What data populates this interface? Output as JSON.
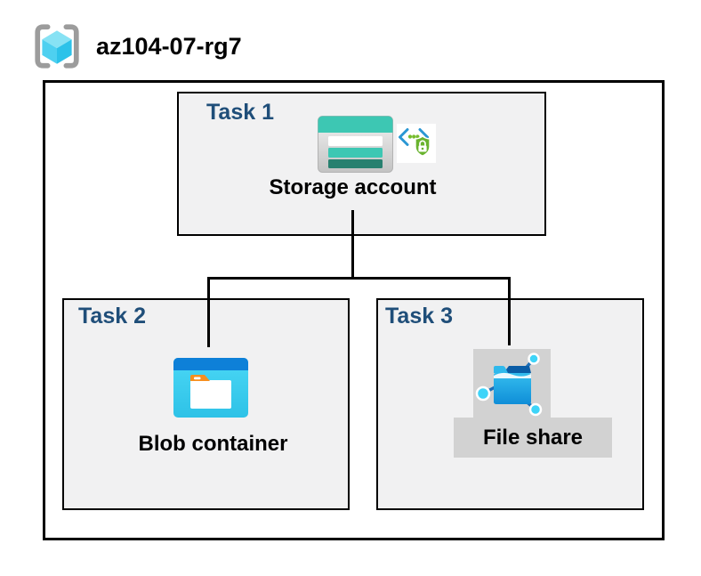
{
  "resource_group": {
    "title": "az104-07-rg7",
    "icon": "azure-resource-group"
  },
  "tasks": {
    "task1": {
      "label": "Task 1",
      "item": "Storage account",
      "icons": [
        "storage-account",
        "private-endpoint-shield"
      ]
    },
    "task2": {
      "label": "Task 2",
      "item": "Blob container",
      "icons": [
        "blob-container"
      ]
    },
    "task3": {
      "label": "Task 3",
      "item": "File share",
      "icons": [
        "file-share"
      ]
    }
  },
  "connectors": {
    "description": "storage account branches to blob container and file share"
  },
  "colors": {
    "task_label_text": "#1f4e79",
    "task_box_fill": "#f1f1f2",
    "task_box_border": "#000000",
    "outer_border": "#000000",
    "connector": "#000000",
    "highlight_fill": "#d2d2d2",
    "storage_teal": "#3dc7b3",
    "storage_teal_dark": "#27806f",
    "blob_header_blue": "#0e80d8",
    "container_cyan": "#38cbee",
    "folder_tab_orange": "#f78f1e",
    "endpoint_chevron_blue": "#2b97d4",
    "shield_green": "#69b32e",
    "node_cyan": "#3ed4f8",
    "cube_top": "#87e2f4",
    "cube_left": "#4ed0f0",
    "cube_right": "#2cc2e9",
    "bracket_gray": "#9c9c9c"
  }
}
